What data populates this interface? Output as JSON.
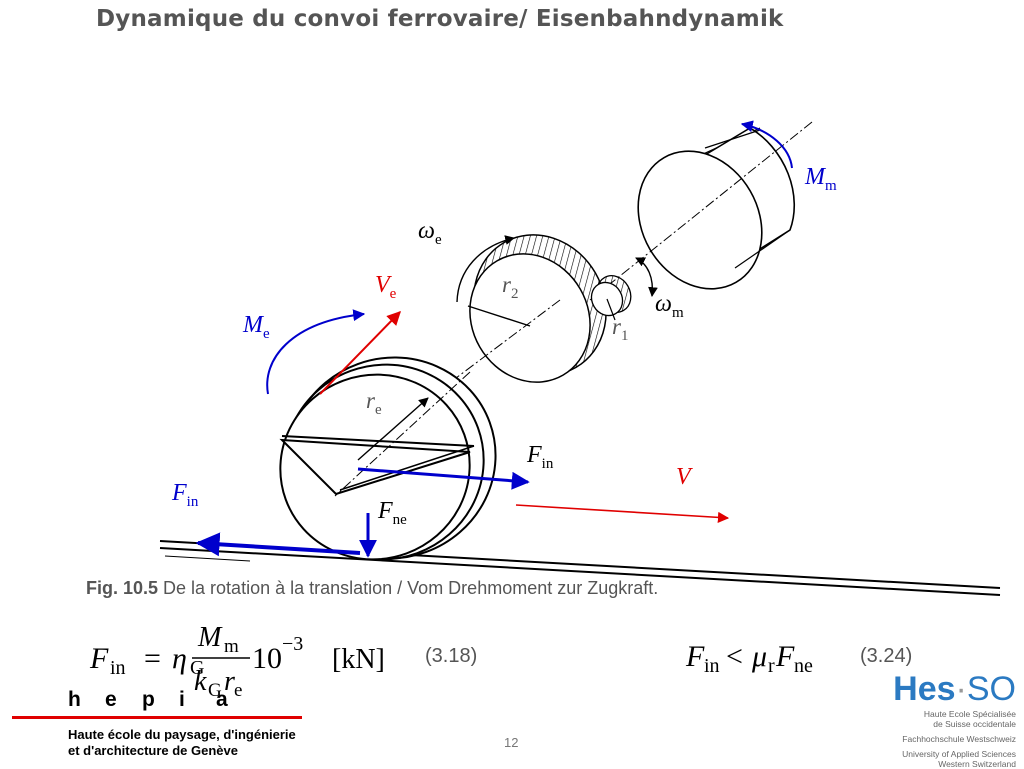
{
  "slide": {
    "title": "Dynamique du convoi ferrovaire/ Eisenbahndynamik"
  },
  "diagram": {
    "labels": {
      "Mm": {
        "main": "M",
        "sub": "m"
      },
      "omega_e": {
        "main": "ω",
        "sub": "e"
      },
      "Ve": {
        "main": "V",
        "sub": "e"
      },
      "r2": {
        "main": "r",
        "sub": "2"
      },
      "omega_m": {
        "main": "ω",
        "sub": "m"
      },
      "Me": {
        "main": "M",
        "sub": "e"
      },
      "r1": {
        "main": "r",
        "sub": "1"
      },
      "re": {
        "main": "r",
        "sub": "e"
      },
      "Fin_right": {
        "main": "F",
        "sub": "in"
      },
      "V": {
        "main": "V"
      },
      "Fin_left": {
        "main": "F",
        "sub": "in"
      },
      "Fne": {
        "main": "F",
        "sub": "ne"
      }
    },
    "colors": {
      "red": "#e00000",
      "blue": "#0000cc",
      "black": "#000000"
    }
  },
  "caption": {
    "prefix": "Fig. 10.5",
    "text": " De la rotation à la translation / Vom Drehmoment zur Zugkraft."
  },
  "equations": {
    "eq1": {
      "F": "F",
      "F_sub": "in",
      "equals": "=",
      "eta": "η",
      "eta_sub": "G",
      "num_M": "M",
      "num_sub": "m",
      "den_k": "k",
      "den_k_sub": "G",
      "den_r": "r",
      "den_r_sub": "e",
      "power_base": "10",
      "power_exp": "−3",
      "unit": "[kN]",
      "number": "(3.18)"
    },
    "eq2": {
      "F": "F",
      "F_sub": "in",
      "lt": "<",
      "mu": "μ",
      "mu_sub": "r",
      "F2": "F",
      "F2_sub": "ne",
      "number": "(3.24)"
    }
  },
  "footer": {
    "hepia_letters": [
      "h",
      "e",
      "p",
      "i",
      "a"
    ],
    "hepia_line1": "Haute école du paysage, d'ingénierie",
    "hepia_line2": "et d'architecture de Genève",
    "page_number": "12",
    "hes_mark": "Hes",
    "hes_dot": "·",
    "hes_so": "SO",
    "hes_line1": "Haute Ecole Spécialisée",
    "hes_line2": "de Suisse occidentale",
    "hes_line3": "Fachhochschule Westschweiz",
    "hes_line4": "University of Applied Sciences",
    "hes_line5": "Western Switzerland"
  }
}
